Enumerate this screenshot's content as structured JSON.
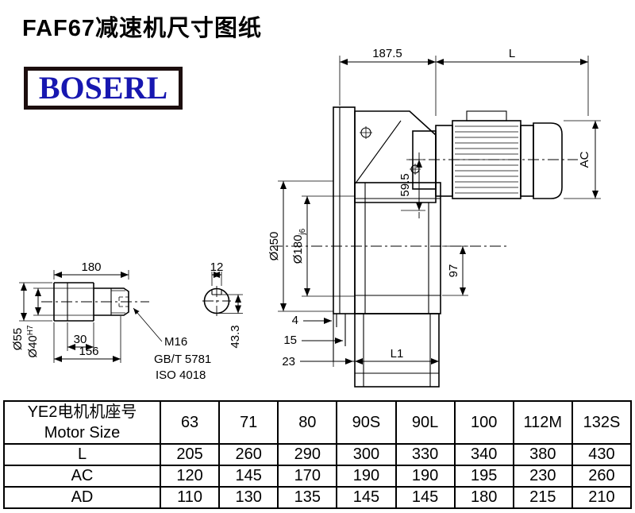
{
  "page": {
    "title": "FAF67减速机尺寸图纸"
  },
  "brand": {
    "name": "BOSERL",
    "text_color": "#1717b0",
    "border_color": "#1c0e0e"
  },
  "drawing": {
    "top": {
      "width_label": "187.5",
      "motor_len_label": "L"
    },
    "right": {
      "ac_label": "AC"
    },
    "flange": {
      "outer_dia": "Ø250",
      "pilot_base": "Ø180",
      "pilot_tol": "j6"
    },
    "vertical": {
      "offset_label": "59.5",
      "height_label": "97"
    },
    "bottom": {
      "step1": "4",
      "step2": "15",
      "step3": "23",
      "l1_label": "L1"
    },
    "shaft": {
      "length": "180",
      "key_width": "12",
      "dia1": "Ø55",
      "dia2_base": "Ø40",
      "dia2_tol": "H7",
      "key_len": "30",
      "len2": "156",
      "thread": "M16",
      "std1": "GB/T 5781",
      "std2": "ISO 4018",
      "key_height": "43.3"
    }
  },
  "table": {
    "header_line1": "YE2电机机座号",
    "header_line2": "Motor Size",
    "sizes": [
      "63",
      "71",
      "80",
      "90S",
      "90L",
      "100",
      "112M",
      "132S"
    ],
    "rows": [
      {
        "label": "L",
        "values": [
          "205",
          "260",
          "290",
          "300",
          "330",
          "340",
          "380",
          "430"
        ]
      },
      {
        "label": "AC",
        "values": [
          "120",
          "145",
          "170",
          "190",
          "190",
          "195",
          "230",
          "260"
        ]
      },
      {
        "label": "AD",
        "values": [
          "110",
          "130",
          "135",
          "145",
          "145",
          "180",
          "215",
          "210"
        ]
      }
    ]
  }
}
